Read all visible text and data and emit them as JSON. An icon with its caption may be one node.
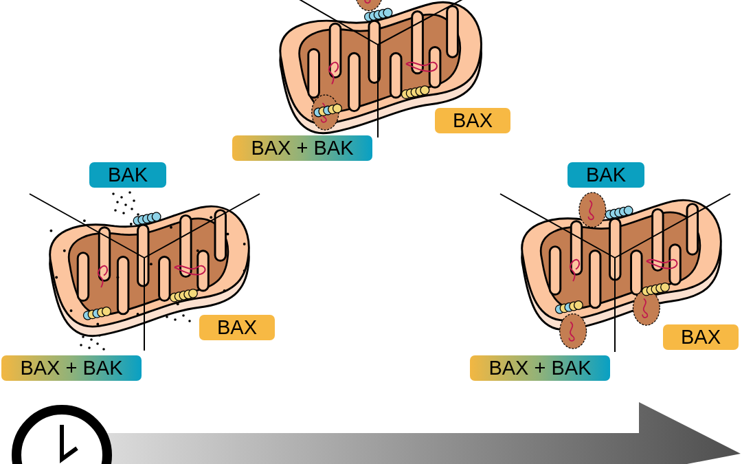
{
  "diagram": {
    "nodes": [
      {
        "text": [
          "BAX"
        ]
      },
      {
        "text": [
          "BAX + BAK"
        ]
      },
      {
        "text": [
          "BAK"
        ]
      },
      {
        "text": [
          "BAK"
        ]
      },
      {
        "text": [
          "BAX"
        ]
      },
      {
        "text": [
          "BAX"
        ]
      },
      {
        "text": [
          "BAX + BAK"
        ]
      },
      {
        "text": [
          "BAX + BAK"
        ]
      }
    ]
  }
}
